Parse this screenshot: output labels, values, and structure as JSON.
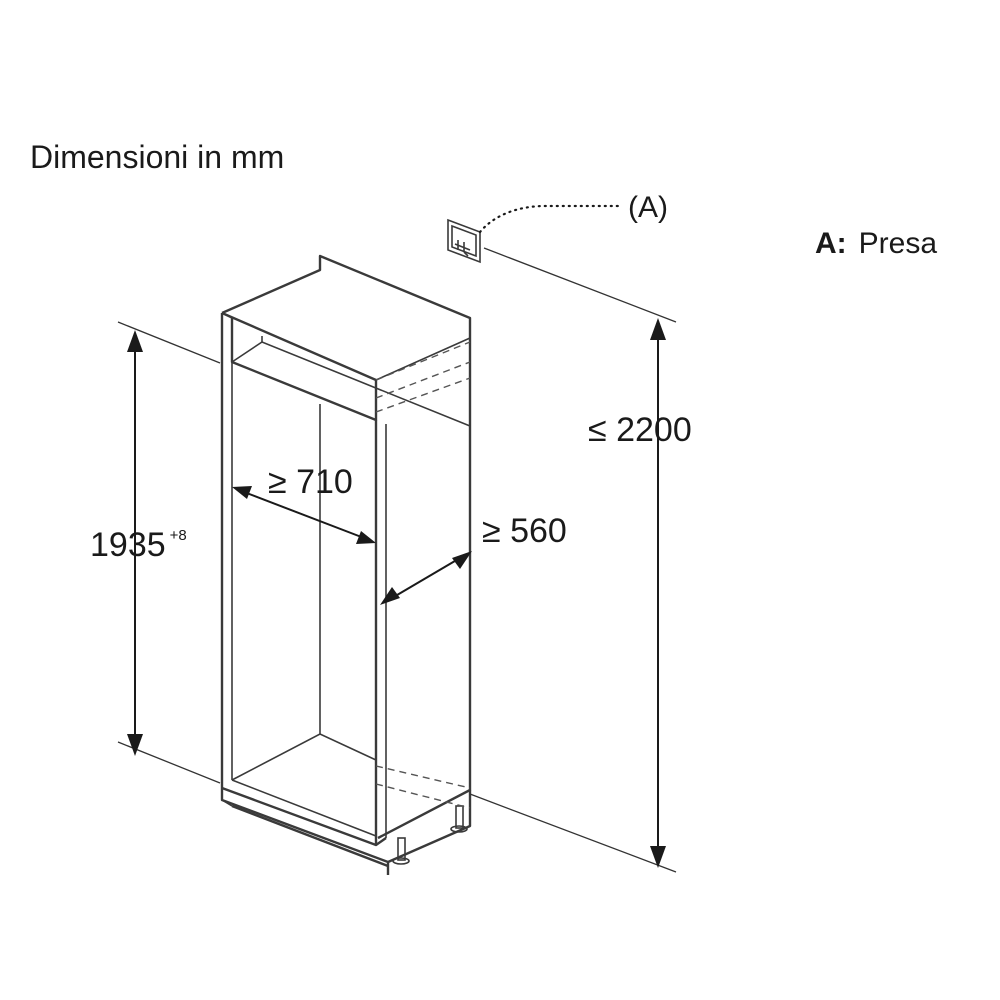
{
  "diagram": {
    "title": "Dimensioni in mm",
    "dimensions": {
      "niche_height": "1935",
      "niche_height_tolerance": "+8",
      "niche_width": "≥ 710",
      "niche_depth": "≥ 560",
      "max_height": "≤ 2200"
    },
    "callout": "(A)",
    "legend": {
      "letter": "A:",
      "text": "Presa"
    },
    "icons": [
      "socket-icon"
    ]
  }
}
